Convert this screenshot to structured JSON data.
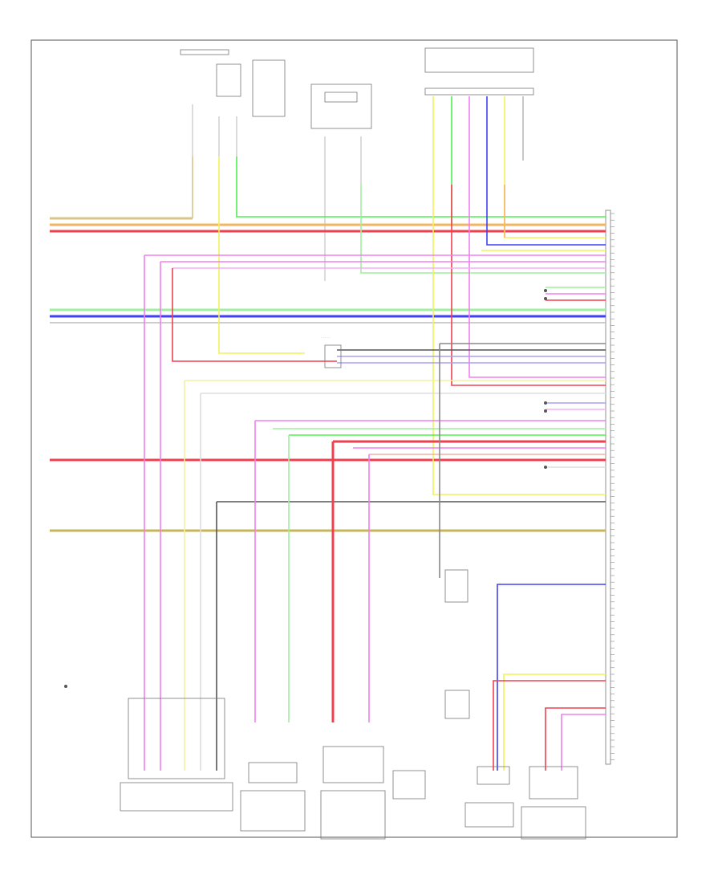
{
  "diagram": {
    "colors": {
      "tan": "#d9c48a",
      "yellow": "#f2f25a",
      "green": "#4ef04e",
      "orange": "#f5b461",
      "red": "#f0404f",
      "pink": "#f07ef0",
      "lightgreen": "#9ef09e",
      "blue": "#4040f5",
      "gray": "#888888",
      "darkgray": "#555555",
      "olive": "#c8b45a",
      "lavender": "#a8a0f0"
    },
    "components": [
      {
        "id": "top-left-component"
      },
      {
        "id": "top-middle-component"
      },
      {
        "id": "top-right-connector"
      },
      {
        "id": "right-main-connector"
      },
      {
        "id": "bottom-component-1"
      },
      {
        "id": "bottom-component-2"
      },
      {
        "id": "bottom-component-3"
      },
      {
        "id": "bottom-component-4"
      },
      {
        "id": "bottom-component-5"
      },
      {
        "id": "bottom-component-6"
      },
      {
        "id": "center-junction"
      },
      {
        "id": "lower-middle-component-1"
      },
      {
        "id": "lower-middle-component-2"
      }
    ]
  }
}
